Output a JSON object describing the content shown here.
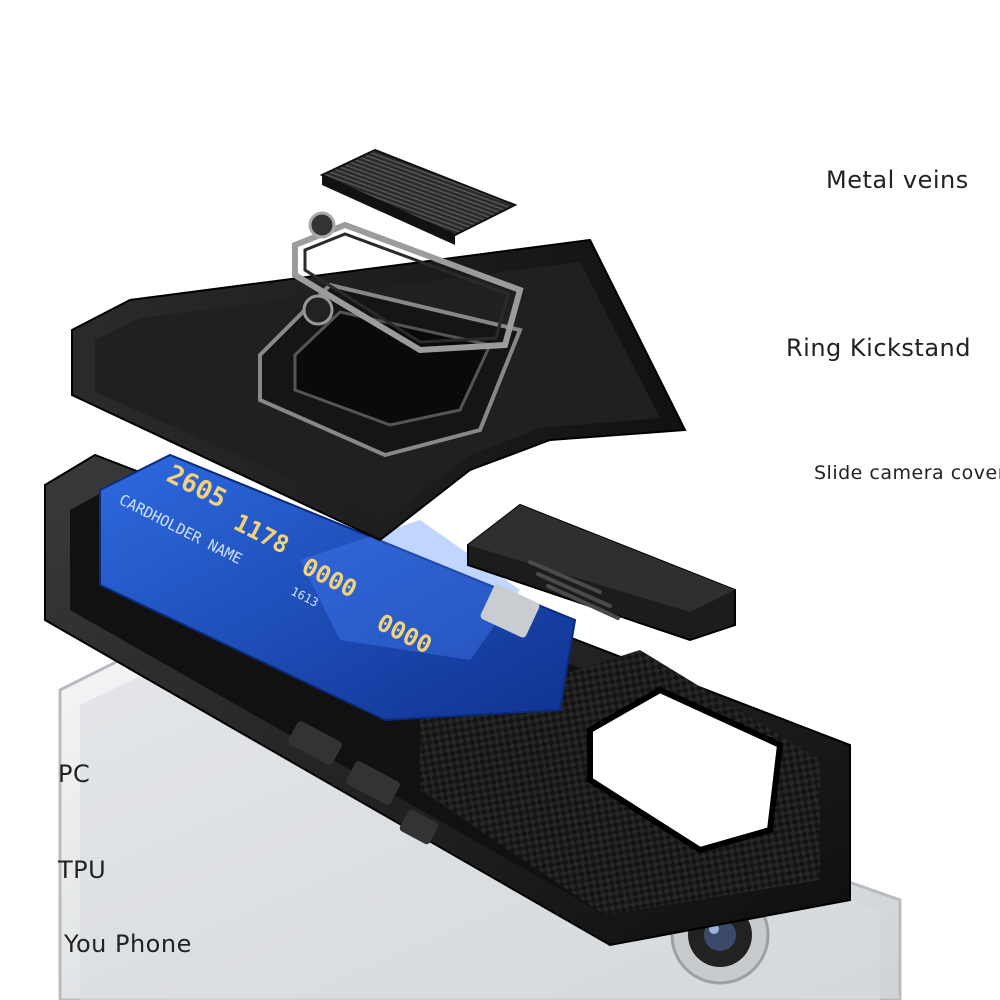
{
  "labels": {
    "metal_veins": "Metal veins",
    "ring_kickstand": "Ring Kickstand",
    "slide_camera_cover": "Slide camera cover",
    "pc": "PC",
    "tpu": "TPU",
    "you_phone": "You Phone"
  },
  "card": {
    "number_top": "2605",
    "holder_label": "CARDHOLDER NAME",
    "number_group_1": "1178",
    "number_group_2": "0000",
    "number_group_3": "0000",
    "expiry_small": "1613"
  },
  "colors": {
    "case_black": "#1a1a1a",
    "card_blue": "#1d4fb8",
    "phone_silver": "#e4e6e8",
    "label_text": "#222222"
  }
}
